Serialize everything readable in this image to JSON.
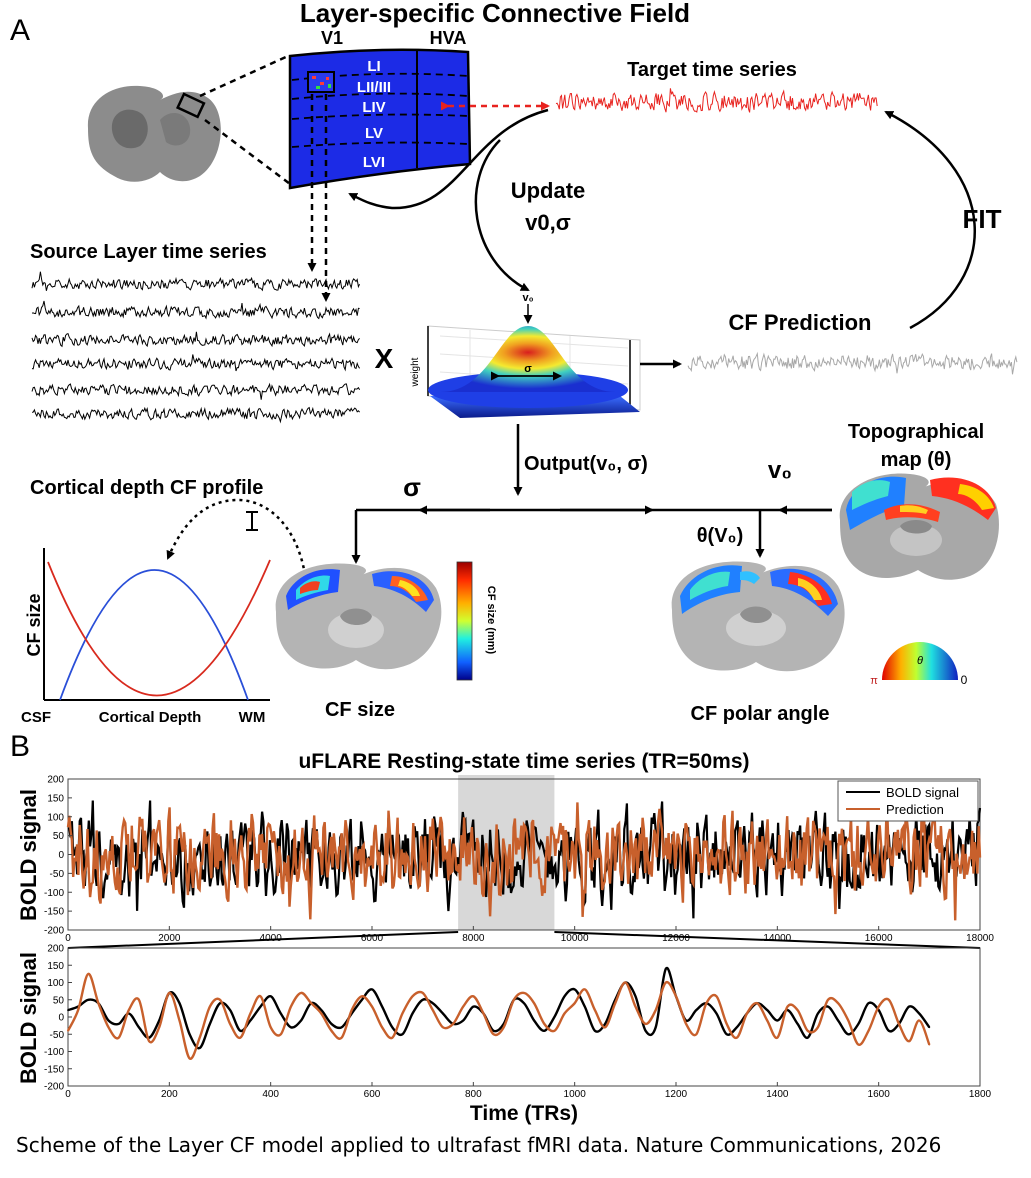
{
  "panel_a": {
    "letter": "A",
    "title": "Layer-specific Connective Field",
    "v1_label": "V1",
    "hva_label": "HVA",
    "layers": [
      "LI",
      "LII/III",
      "LIV",
      "LV",
      "LVI"
    ],
    "target_title": "Target time series",
    "update_line1": "Update",
    "update_line2": "v0,σ",
    "fit_label": "FIT",
    "source_title": "Source Layer time series",
    "multiply_symbol": "X",
    "gauss_v0": "v₀",
    "gauss_weight": "weight",
    "gauss_sigma": "σ",
    "prediction_title": "CF Prediction",
    "output_label": "Output(v₀, σ)",
    "sigma_branch": "σ",
    "v0_branch": "v₀",
    "theta_branch": "θ(V₀)",
    "topo_line1": "Topographical",
    "topo_line2": "map (θ)",
    "profile_title": "Cortical depth CF profile",
    "profile_ylabel": "CF size",
    "profile_x_left": "CSF",
    "profile_x_mid": "Cortical Depth",
    "profile_x_right": "WM",
    "cf_size_label": "CF size",
    "colorbar_label": "CF size (mm)",
    "polar_label": "CF polar angle",
    "wheel_pi": "π",
    "wheel_theta": "θ",
    "wheel_zero": "0",
    "colors": {
      "target": "#e8231f",
      "prediction_gray": "#a8a8a8",
      "brain_blue": "#1c2be6",
      "profile_blue": "#2a4fd8",
      "profile_red": "#d82a1e"
    }
  },
  "panel_b": {
    "letter": "B",
    "title": "uFLARE Resting-state time series (TR=50ms)",
    "ylabel": "BOLD signal",
    "xlabel": "Time (TRs)",
    "legend": [
      "BOLD signal",
      "Prediction"
    ],
    "colors": {
      "bold": "#000000",
      "prediction": "#c8602c",
      "highlight": "#d8d8d8"
    }
  },
  "chart_data": [
    {
      "type": "line",
      "title": "uFLARE Resting-state time series (TR=50ms)",
      "ylabel": "BOLD signal",
      "xlim": [
        0,
        18000
      ],
      "ylim": [
        -200,
        200
      ],
      "xticks": [
        0,
        2000,
        4000,
        6000,
        8000,
        10000,
        12000,
        14000,
        16000,
        18000
      ],
      "yticks": [
        -200,
        -150,
        -100,
        -50,
        0,
        50,
        100,
        150,
        200
      ],
      "highlight_range": [
        7700,
        9600
      ],
      "legend_position": "top-right",
      "series": [
        {
          "name": "BOLD signal",
          "color": "#000000",
          "values_description": "",
          "y_range": [
            -175,
            190
          ]
        },
        {
          "name": "Prediction",
          "color": "#c8602c",
          "y_range": [
            -155,
            195
          ]
        }
      ]
    },
    {
      "type": "line",
      "xlabel": "Time (TRs)",
      "ylabel": "BOLD signal",
      "xlim": [
        0,
        1800
      ],
      "ylim": [
        -200,
        200
      ],
      "xticks": [
        0,
        200,
        400,
        600,
        800,
        1000,
        1200,
        1400,
        1600,
        1800
      ],
      "yticks": [
        -200,
        -150,
        -100,
        -50,
        0,
        50,
        100,
        150,
        200
      ],
      "series": [
        {
          "name": "BOLD signal",
          "color": "#000000",
          "x": [
            0,
            20,
            40,
            60,
            80,
            100,
            120,
            140,
            160,
            180,
            200,
            220,
            240,
            260,
            280,
            300,
            320,
            340,
            360,
            380,
            400,
            420,
            440,
            460,
            480,
            500,
            520,
            540,
            560,
            580,
            600,
            620,
            640,
            660,
            680,
            700,
            720,
            740,
            760,
            780,
            800,
            820,
            840,
            860,
            880,
            900,
            920,
            940,
            960,
            980,
            1000,
            1020,
            1040,
            1060,
            1080,
            1100,
            1120,
            1140,
            1160,
            1180,
            1200,
            1220,
            1240,
            1260,
            1280,
            1300,
            1320,
            1340,
            1360,
            1380,
            1400,
            1420,
            1440,
            1460,
            1480,
            1500,
            1520,
            1540,
            1560,
            1580,
            1600,
            1620,
            1640,
            1660,
            1680,
            1700
          ],
          "y": [
            20,
            30,
            50,
            40,
            -10,
            -20,
            10,
            -30,
            -60,
            -10,
            70,
            40,
            -50,
            -90,
            -20,
            40,
            20,
            -40,
            -10,
            30,
            60,
            10,
            -30,
            -10,
            40,
            20,
            -20,
            -30,
            10,
            50,
            80,
            30,
            -30,
            -50,
            10,
            50,
            40,
            10,
            -20,
            -10,
            30,
            10,
            -40,
            -20,
            50,
            40,
            -10,
            -40,
            0,
            60,
            80,
            30,
            -40,
            -20,
            50,
            100,
            60,
            -40,
            -30,
            140,
            60,
            -10,
            20,
            40,
            10,
            -50,
            -30,
            10,
            40,
            20,
            -10,
            20,
            -20,
            -60,
            10,
            30,
            -10,
            -50,
            -20,
            40,
            20,
            -40,
            -20,
            30,
            10,
            -30
          ]
        },
        {
          "name": "Prediction",
          "color": "#c8602c",
          "x": [
            0,
            20,
            40,
            60,
            80,
            100,
            120,
            140,
            160,
            180,
            200,
            220,
            240,
            260,
            280,
            300,
            320,
            340,
            360,
            380,
            400,
            420,
            440,
            460,
            480,
            500,
            520,
            540,
            560,
            580,
            600,
            620,
            640,
            660,
            680,
            700,
            720,
            740,
            760,
            780,
            800,
            820,
            840,
            860,
            880,
            900,
            920,
            940,
            960,
            980,
            1000,
            1020,
            1040,
            1060,
            1080,
            1100,
            1120,
            1140,
            1160,
            1180,
            1200,
            1220,
            1240,
            1260,
            1280,
            1300,
            1320,
            1340,
            1360,
            1380,
            1400,
            1420,
            1440,
            1460,
            1480,
            1500,
            1520,
            1540,
            1560,
            1580,
            1600,
            1620,
            1640,
            1660,
            1680,
            1700
          ],
          "y": [
            -40,
            20,
            125,
            40,
            -30,
            -60,
            20,
            50,
            -70,
            -30,
            70,
            -10,
            -120,
            -60,
            30,
            50,
            -20,
            -60,
            10,
            60,
            -30,
            -50,
            30,
            70,
            40,
            10,
            -40,
            -60,
            20,
            60,
            30,
            -30,
            -60,
            10,
            60,
            70,
            20,
            -30,
            -20,
            30,
            60,
            10,
            -50,
            -30,
            50,
            70,
            40,
            -20,
            -40,
            10,
            40,
            80,
            20,
            -30,
            40,
            100,
            30,
            -20,
            20,
            100,
            60,
            -20,
            -50,
            40,
            60,
            -20,
            -60,
            10,
            40,
            -10,
            -60,
            30,
            20,
            -40,
            -30,
            50,
            40,
            -10,
            -80,
            -40,
            30,
            50,
            -20,
            -70,
            -10,
            -80
          ]
        }
      ]
    }
  ],
  "caption": "Scheme of the Layer CF model applied to ultrafast fMRI data. Nature Communications, 2026"
}
